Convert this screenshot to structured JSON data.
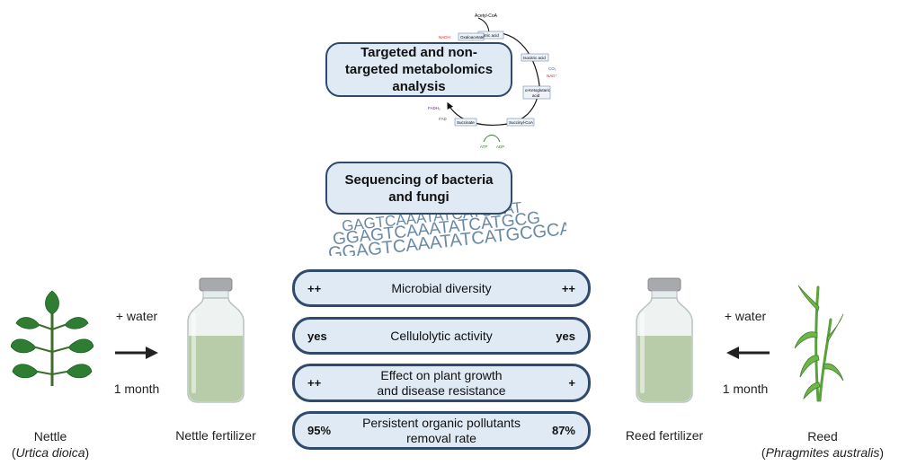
{
  "metabolomics": {
    "box_line1": "Targeted and non-",
    "box_line2": "targeted metabolomics",
    "box_line3": "analysis",
    "cycle": {
      "acetyl": "Acetyl-CoA",
      "citric": "Citric acid",
      "isocitric": "Isocitric acid",
      "ketoglutaric_1": "α-Ketoglutaric",
      "ketoglutaric_2": "acid",
      "succinyl": "Succinyl-CoA",
      "succinate": "Succinate",
      "oxaloacetate": "Oxaloacetate",
      "nadh": "NADH",
      "co2": "CO₂",
      "nad": "NAD⁺",
      "fadh2": "FADH₂",
      "fad": "FAD",
      "atp": "ATP",
      "adp": "ADP"
    }
  },
  "sequencing": {
    "box_line1": "Sequencing of bacteria",
    "box_line2": "and fungi",
    "dna_line1": "GAGTCAAATATCATGCAT",
    "dna_line2": "GGAGTCAAATATCATGCG",
    "dna_line3": "GGAGTCAAATATCATGCGCAT"
  },
  "comparison": [
    {
      "left": "++",
      "label1": "Microbial diversity",
      "label2": "",
      "right": "++"
    },
    {
      "left": "yes",
      "label1": "Cellulolytic activity",
      "label2": "",
      "right": "yes"
    },
    {
      "left": "++",
      "label1": "Effect on plant growth",
      "label2": "and disease resistance",
      "right": "+"
    },
    {
      "left": "95%",
      "label1": "Persistent organic pollutants",
      "label2": "removal rate",
      "right": "87%"
    }
  ],
  "left_side": {
    "plus_water": "+ water",
    "duration": "1 month",
    "plant_name": "Nettle",
    "plant_latin": "Urtica dioica",
    "fertilizer": "Nettle fertilizer"
  },
  "right_side": {
    "plus_water": "+ water",
    "duration": "1 month",
    "plant_name": "Reed",
    "plant_latin": "Phragmites australis",
    "fertilizer": "Reed fertilizer"
  },
  "colors": {
    "box_fill": "#dfeaf5",
    "box_border": "#2f4a6d",
    "liquid": "#b8ccaa",
    "leaf": "#2e7d32",
    "reed": "#5aa03c",
    "dna_text": "#6b8aa6"
  },
  "icons": [
    "nettle-plant-icon",
    "reed-plant-icon",
    "fertilizer-bottle-icon",
    "arrow-right-icon",
    "arrow-left-icon",
    "krebs-cycle-icon",
    "dna-sequence-icon"
  ]
}
